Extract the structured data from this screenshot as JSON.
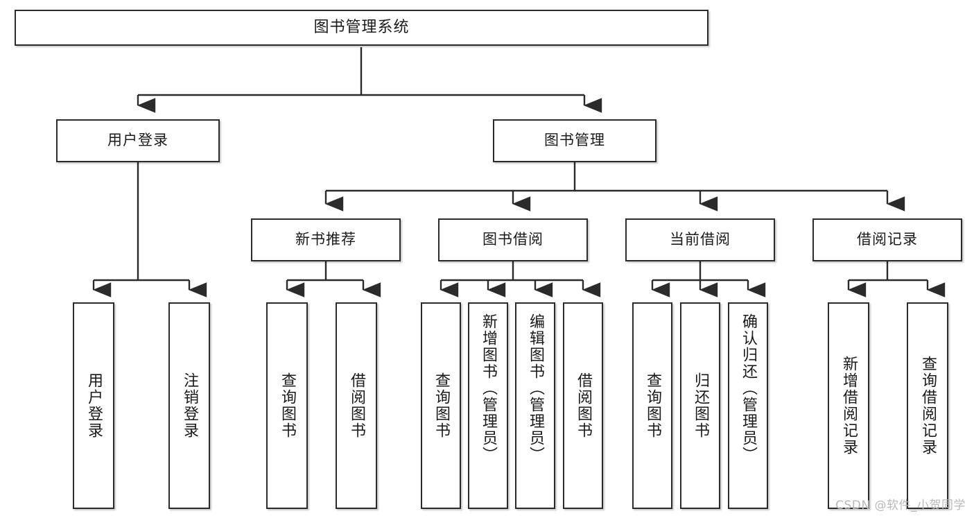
{
  "diagram": {
    "type": "hierarchy-tree",
    "title": "图书管理系统",
    "watermark": "CSDN @软件_小贺同学",
    "colors": {
      "box_border": "#2b2b2b",
      "box_fill": "#ffffff",
      "edge": "#2b2b2b",
      "text": "#1a1a1a",
      "watermark": "#b9b9b9",
      "background": "#ffffff"
    },
    "root": {
      "label": "图书管理系统"
    },
    "level2": [
      {
        "id": "user-login",
        "label": "用户登录"
      },
      {
        "id": "book-manage",
        "label": "图书管理"
      }
    ],
    "level3": [
      {
        "id": "new-book-rec",
        "label": "新书推荐"
      },
      {
        "id": "book-borrow",
        "label": "图书借阅"
      },
      {
        "id": "current-borrow",
        "label": "当前借阅"
      },
      {
        "id": "borrow-record",
        "label": "借阅记录"
      }
    ],
    "leaves": {
      "user_login": [
        {
          "id": "leaf-user-login",
          "label": "用户登录"
        },
        {
          "id": "leaf-logout-login",
          "label": "注销登录"
        }
      ],
      "new_book_rec": [
        {
          "id": "leaf-query-book-1",
          "label": "查询图书"
        },
        {
          "id": "leaf-borrow-book-1",
          "label": "借阅图书"
        }
      ],
      "book_borrow": [
        {
          "id": "leaf-query-book-2",
          "label": "查询图书"
        },
        {
          "id": "leaf-add-book",
          "label": "新增图书（管理员）"
        },
        {
          "id": "leaf-edit-book",
          "label": "编辑图书（管理员）"
        },
        {
          "id": "leaf-borrow-book-2",
          "label": "借阅图书"
        }
      ],
      "current_borrow": [
        {
          "id": "leaf-query-book-3",
          "label": "查询图书"
        },
        {
          "id": "leaf-return-book",
          "label": "归还图书"
        },
        {
          "id": "leaf-confirm-return",
          "label": "确认归还（管理员）"
        }
      ],
      "borrow_record": [
        {
          "id": "leaf-add-record",
          "label": "新增借阅记录"
        },
        {
          "id": "leaf-query-record",
          "label": "查询借阅记录"
        }
      ]
    }
  }
}
